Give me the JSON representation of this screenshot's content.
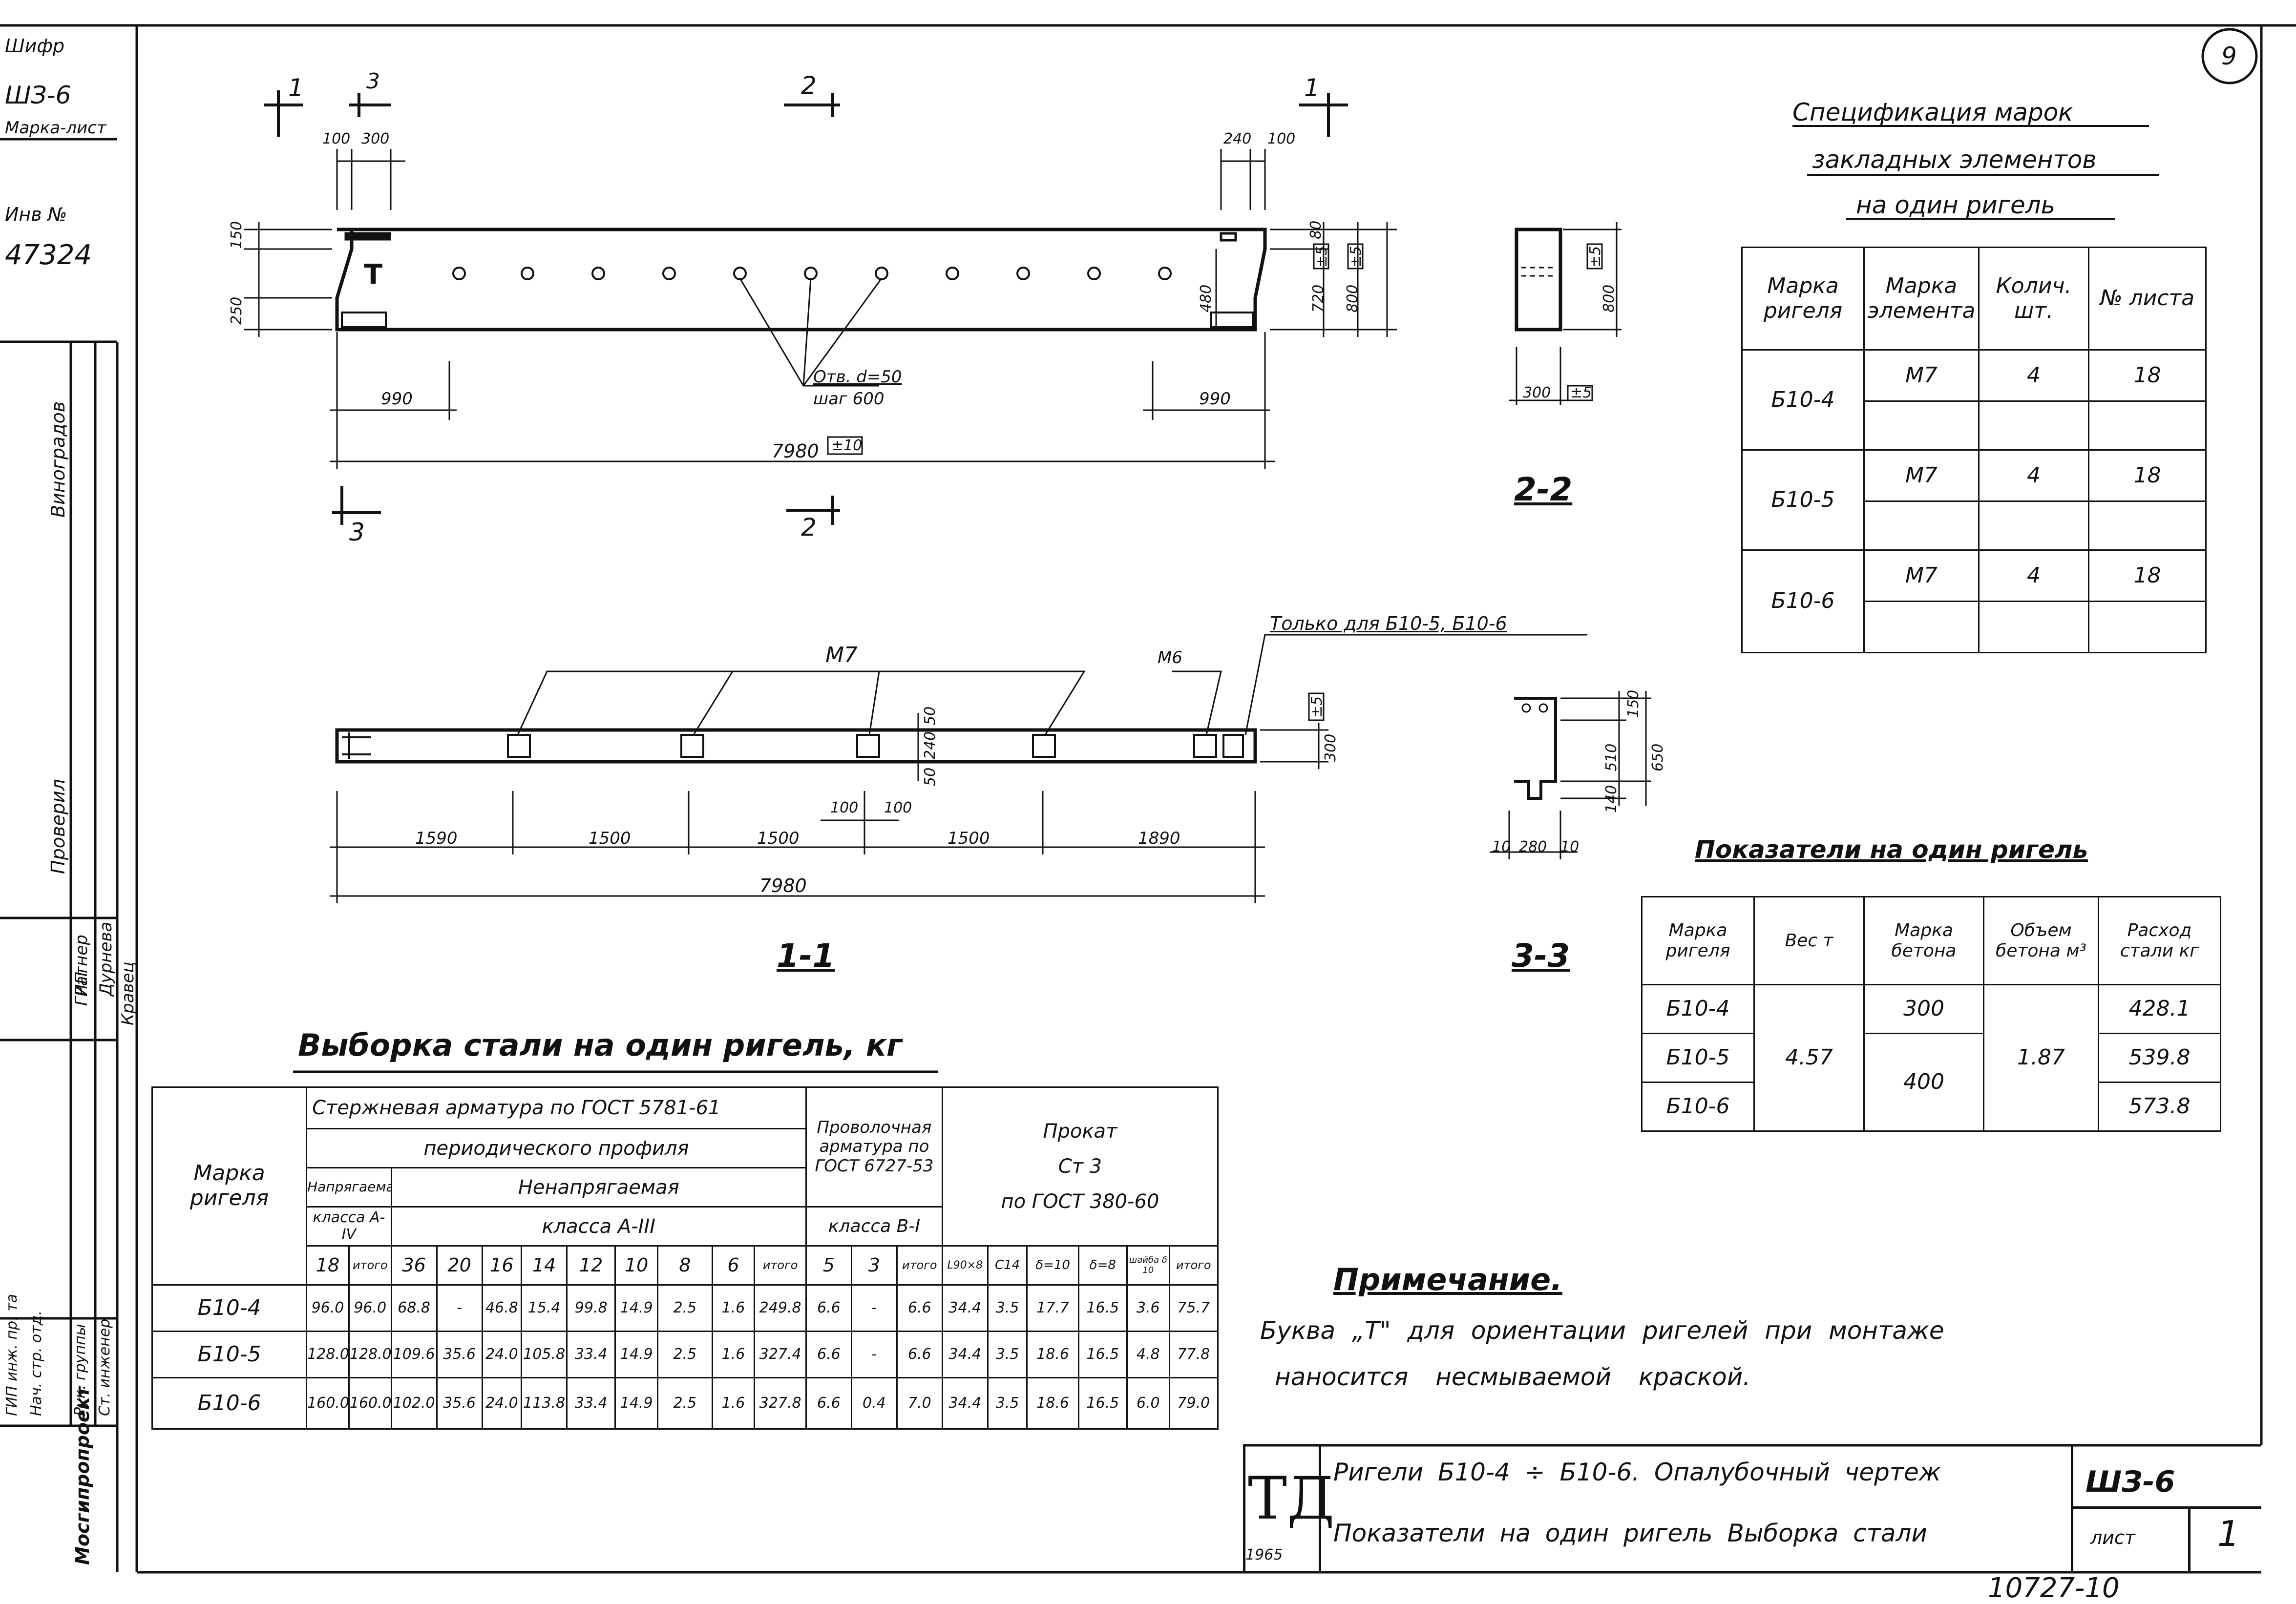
{
  "sheet_number": "9",
  "left_strip": {
    "shifr_label": "Шифр",
    "shifr_value": "ШЗ-6",
    "marka_list_label": "Марка-лист",
    "inv_label": "Инв №",
    "inv_value": "47324",
    "names": [
      "Виноградов",
      "Проверил",
      "ГИП",
      "Ратнер",
      "Дурнева",
      "Кравец"
    ],
    "roles": [
      "ГИП инж. пр. та",
      "Нач. стр. отд.",
      "Рук. группы",
      "Ст. инженер"
    ],
    "org": "Мосгипропроект"
  },
  "elevation": {
    "section_marks": [
      "1",
      "3",
      "2",
      "1",
      "3",
      "2"
    ],
    "dims_top": [
      "100",
      "300",
      "240",
      "100"
    ],
    "dims_left": [
      "150",
      "250"
    ],
    "dims_right": [
      "80",
      "720",
      "800",
      "480"
    ],
    "tol": [
      "±5",
      "±5"
    ],
    "letter_T": "T",
    "hole_note_1": "Отв. d=50",
    "hole_note_2": "шаг 600",
    "dim_990_left": "990",
    "dim_990_right": "990",
    "dim_total": "7980",
    "dim_total_tol": "±10"
  },
  "section_2_2": {
    "dim_800": "800",
    "dim_tol": "±5",
    "dim_300": "300",
    "dim_300_tol": "±5",
    "label": "2-2"
  },
  "plan": {
    "m7": "М7",
    "m6": "М6",
    "only_note": "Только для Б10-5, Б10-6",
    "dims": [
      "1590",
      "1500",
      "1500",
      "1500",
      "1890"
    ],
    "total": "7980",
    "small": [
      "100",
      "100",
      "50",
      "240",
      "50"
    ],
    "dim_300": "300",
    "tol": "±5",
    "label": "1-1"
  },
  "section_3_3": {
    "dims_v": [
      "150",
      "510",
      "650",
      "140"
    ],
    "dims_h": [
      "10",
      "280",
      "10"
    ],
    "label": "3-3"
  },
  "spec": {
    "title_1": "Спецификация марок",
    "title_2": "закладных элементов",
    "title_3": "на один ригель",
    "headers": [
      "Марка ригеля",
      "Марка элемента",
      "Колич. шт.",
      "№ листа"
    ],
    "rows": [
      {
        "mark": "Б10-4",
        "el": "М7",
        "qty": "4",
        "sheet": "18"
      },
      {
        "mark": "Б10-5",
        "el": "М7",
        "qty": "4",
        "sheet": "18"
      },
      {
        "mark": "Б10-6",
        "el": "М7",
        "qty": "4",
        "sheet": "18"
      }
    ]
  },
  "indicators": {
    "title": "Показатели на один ригель",
    "headers": [
      "Марка ригеля",
      "Вес т",
      "Марка бетона",
      "Объем бетона м³",
      "Расход стали кг"
    ],
    "rows": [
      {
        "mark": "Б10-4",
        "steel": "428.1"
      },
      {
        "mark": "Б10-5",
        "steel": "539.8"
      },
      {
        "mark": "Б10-6",
        "steel": "573.8"
      }
    ],
    "weight": "4.57",
    "concrete_300": "300",
    "concrete_400": "400",
    "volume": "1.87"
  },
  "steel": {
    "title": "Выборка стали на один ригель, кг",
    "h_mark": "Марка ригеля",
    "h_rod": "Стержневая арматура по ГОСТ 5781-61",
    "h_periodic": "периодического профиля",
    "h_prestressed": "Напрягаемая",
    "h_nonprestressed": "Ненапрягаемая",
    "h_class_iv": "класса А-IV",
    "h_class_iii": "класса А-III",
    "h_wire": "Проволочная арматура по ГОСТ 6727-53",
    "h_class_b1": "класса В-I",
    "h_rolled_1": "Прокат",
    "h_rolled_2": "Ст 3",
    "h_rolled_3": "по ГОСТ 380-60",
    "subheaders": [
      "18",
      "итого",
      "36",
      "20",
      "16",
      "14",
      "12",
      "10",
      "8",
      "6",
      "итого",
      "5",
      "3",
      "итого",
      "L90×8",
      "С14",
      "δ=10",
      "δ=8",
      "шайба δ 10",
      "итого"
    ],
    "rows": [
      {
        "mark": "Б10-4",
        "vals": [
          "96.0",
          "96.0",
          "68.8",
          "-",
          "46.8",
          "15.4",
          "99.8",
          "14.9",
          "2.5",
          "1.6",
          "249.8",
          "6.6",
          "-",
          "6.6",
          "34.4",
          "3.5",
          "17.7",
          "16.5",
          "3.6",
          "75.7"
        ]
      },
      {
        "mark": "Б10-5",
        "vals": [
          "128.0",
          "128.0",
          "109.6",
          "35.6",
          "24.0",
          "105.8",
          "33.4",
          "14.9",
          "2.5",
          "1.6",
          "327.4",
          "6.6",
          "-",
          "6.6",
          "34.4",
          "3.5",
          "18.6",
          "16.5",
          "4.8",
          "77.8"
        ]
      },
      {
        "mark": "Б10-6",
        "vals": [
          "160.0",
          "160.0",
          "102.0",
          "35.6",
          "24.0",
          "113.8",
          "33.4",
          "14.9",
          "2.5",
          "1.6",
          "327.8",
          "6.6",
          "0.4",
          "7.0",
          "34.4",
          "3.5",
          "18.6",
          "16.5",
          "6.0",
          "79.0"
        ]
      }
    ]
  },
  "note": {
    "title": "Примечание.",
    "line1": "Буква „Т\" для ориентации ригелей при монтаже",
    "line2": "наносится несмываемой краской."
  },
  "title_block": {
    "logo": "ТД",
    "year": "1965",
    "line1": "Ригели Б10-4 ÷ Б10-6. Опалубочный чертеж",
    "line2": "Показатели на один ригель Выборка стали",
    "code": "ШЗ-6",
    "list_label": "лист",
    "list_value": "1"
  },
  "footer_code": "10727-10"
}
